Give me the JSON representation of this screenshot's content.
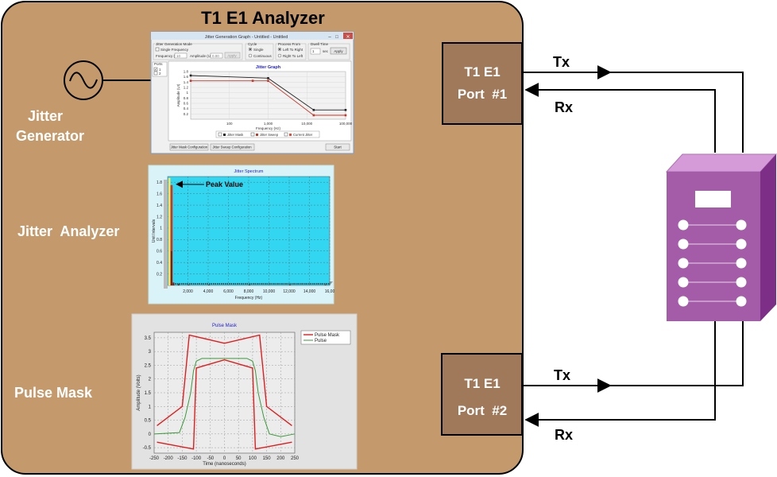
{
  "title": "T1 E1 Analyzer",
  "left_labels": {
    "jitter_generator_line1": "Jitter",
    "jitter_generator_line2": "Generator",
    "jitter_analyzer": "Jitter  Analyzer",
    "pulse_mask": "Pulse Mask"
  },
  "ports": [
    {
      "line1": "T1 E1",
      "line2": "Port  #1",
      "tx": "Tx",
      "rx": "Rx"
    },
    {
      "line1": "T1 E1",
      "line2": "Port  #2",
      "tx": "Tx",
      "rx": "Rx"
    }
  ],
  "colors": {
    "panel": "#c49a6c",
    "port_box": "#a0785a",
    "device_front": "#a45ca8",
    "device_top": "#d59ad8",
    "device_side": "#7d2f87",
    "spectrum_bg": "#33d6f0"
  },
  "jitter_window": {
    "title": "Jitter Generation Graph - Untitled - Untitled",
    "group_mode": {
      "label": "Jitter Generation Mode",
      "checkbox": "Single Frequency",
      "freq_label": "Frequency (Hz)",
      "freq_value": "10",
      "amp_label": "Amplitude (UI)",
      "amp_value": "0.00",
      "apply": "Apply"
    },
    "group_cycle": {
      "label": "Cycle",
      "opt1": "Single",
      "opt2": "Continuous"
    },
    "group_process": {
      "label": "Process From",
      "opt1": "Left To Right",
      "opt2": "Right To Left"
    },
    "group_dwell": {
      "label": "Dwell Time",
      "value": "1",
      "unit": "sec",
      "apply": "Apply"
    },
    "ports_list": {
      "label": "Ports",
      "items": [
        "1",
        "2"
      ]
    },
    "legend": [
      "Jitter Mask",
      "Jitter Sweep",
      "Current Jitter"
    ],
    "buttons": {
      "mask_config": "Jitter Mask Configuration",
      "sweep_config": "Jitter Sweep Configuration",
      "start": "Start"
    }
  },
  "chart_data": [
    {
      "type": "line",
      "title": "Jitter Graph",
      "xlabel": "Frequency (Hz)",
      "ylabel": "Amplitude (UI)",
      "xscale": "log",
      "xlim": [
        10,
        100000
      ],
      "ylim": [
        0,
        1.8
      ],
      "x_ticks": [
        "100",
        "1,000",
        "10,000",
        "100,000"
      ],
      "y_ticks": [
        "0.2",
        "0.4",
        "0.6",
        "0.8",
        "1",
        "1.2",
        "1.4",
        "1.6",
        "1.8"
      ],
      "series": [
        {
          "name": "Jitter Mask",
          "x": [
            10,
            1000,
            15000,
            100000
          ],
          "y": [
            1.65,
            1.55,
            0.35,
            0.35
          ]
        },
        {
          "name": "Jitter Sweep",
          "x": [
            10,
            400,
            1000,
            15000,
            100000
          ],
          "y": [
            1.45,
            1.45,
            1.45,
            0.15,
            0.15
          ]
        }
      ]
    },
    {
      "type": "bar",
      "title": "Jitter Spectrum",
      "xlabel": "Frequency (Hz)",
      "ylabel": "Unit Intervals",
      "xlim": [
        0,
        16000
      ],
      "ylim": [
        0,
        1.9
      ],
      "x_ticks": [
        "2,000",
        "4,000",
        "6,000",
        "8,000",
        "10,000",
        "12,000",
        "14,000",
        "16,00"
      ],
      "y_ticks": [
        "0.2",
        "0.4",
        "0.6",
        "0.8",
        "1",
        "1.2",
        "1.4",
        "1.6",
        "1.8"
      ],
      "x": [
        100,
        300,
        500,
        1000,
        2000,
        4000,
        8000,
        12000,
        15500
      ],
      "values": [
        1.75,
        0.6,
        0.05,
        0.02,
        0.01,
        0.01,
        0.01,
        0.01,
        0.01
      ],
      "annotation": "Peak Value"
    },
    {
      "type": "line",
      "title": "Pulse Mask",
      "xlabel": "Time (nanoseconds)",
      "ylabel": "Amplitude (Volts)",
      "xlim": [
        -250,
        250
      ],
      "ylim": [
        -0.7,
        3.7
      ],
      "x_ticks": [
        "-250",
        "-200",
        "-150",
        "-100",
        "-50",
        "0",
        "50",
        "100",
        "150",
        "200",
        "250"
      ],
      "y_ticks": [
        "-0.5",
        "0",
        "0.5",
        "1",
        "1.5",
        "2",
        "2.5",
        "3",
        "3.5"
      ],
      "series": [
        {
          "name": "Pulse Mask",
          "x": [
            -240,
            -150,
            -150,
            -125,
            -125,
            0,
            125,
            125,
            150,
            150,
            240
          ],
          "y": [
            0.3,
            1.0,
            1.0,
            3.6,
            3.6,
            3.3,
            3.6,
            3.6,
            1.0,
            1.0,
            0.3
          ]
        },
        {
          "name": "Pulse Mask",
          "x": [
            -240,
            -110,
            -110,
            -100,
            -100,
            0,
            100,
            100,
            110,
            110,
            240
          ],
          "y": [
            -0.3,
            -0.55,
            -0.55,
            2.4,
            2.4,
            2.7,
            2.4,
            2.4,
            -0.55,
            -0.55,
            -0.3
          ]
        },
        {
          "name": "Pulse",
          "x": [
            -250,
            -160,
            -140,
            -120,
            -110,
            -100,
            -80,
            -40,
            0,
            40,
            80,
            100,
            110,
            120,
            140,
            160,
            200,
            250
          ],
          "y": [
            0.0,
            0.05,
            0.6,
            1.5,
            2.3,
            2.65,
            2.75,
            2.75,
            2.75,
            2.75,
            2.75,
            2.65,
            2.3,
            1.5,
            0.6,
            0.0,
            -0.1,
            0.0
          ]
        }
      ]
    }
  ]
}
